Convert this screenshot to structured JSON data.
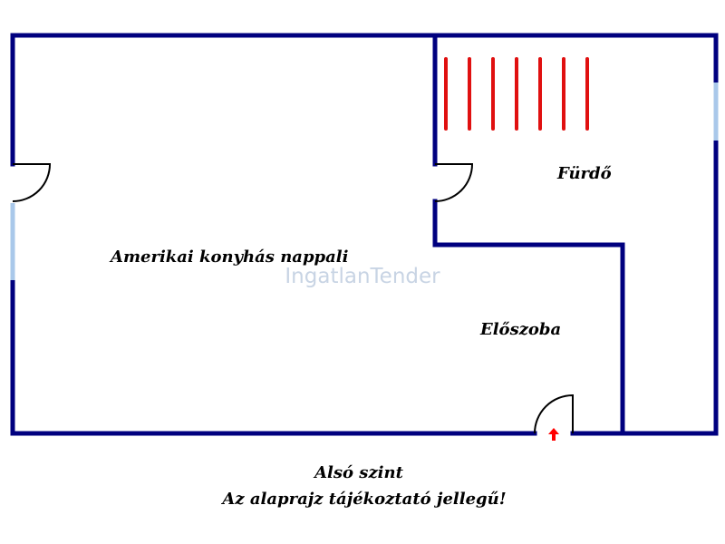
{
  "rooms": {
    "living": "Amerikai konyhás nappali",
    "bathroom": "Fürdő",
    "hall": "Előszoba"
  },
  "watermark": "IngatlanTender",
  "caption": {
    "level": "Alsó szint",
    "disclaimer": "Az alaprajz tájékoztató jellegű!"
  },
  "colors": {
    "wall": "#00007f",
    "window": "#a9c8ea",
    "radiator": "#e01010",
    "entrance_arrow": "#ff0000"
  }
}
